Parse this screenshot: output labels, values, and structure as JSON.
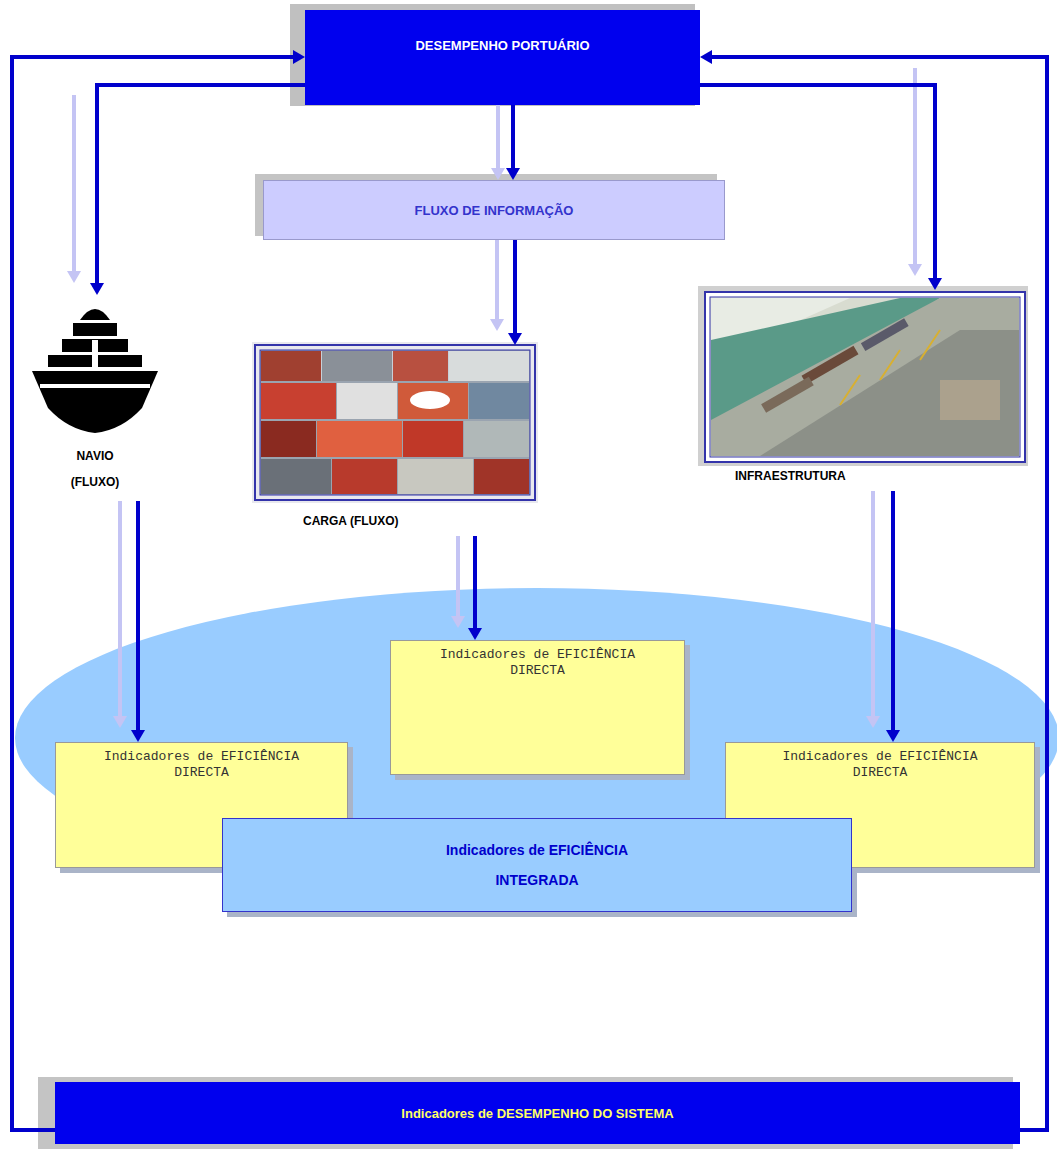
{
  "diagram": {
    "nodes": [
      {
        "text": [
          "DESEMPENHO PORTUÁRIO"
        ]
      },
      {
        "text": [
          "FLUXO DE INFORMAÇÃO"
        ]
      },
      {
        "text": [
          "NAVIO (FLUXO)"
        ]
      },
      {
        "text": [
          "CARGA (FLUXO)"
        ]
      },
      {
        "text": [
          "INFRAESTRUTURA"
        ]
      },
      {
        "text": [
          "Indicadores de EFICIÊNCIA DIRECTA"
        ]
      },
      {
        "text": [
          "Indicadores de EFICIÊNCIA DIRECTA"
        ]
      },
      {
        "text": [
          "Indicadores de EFICIÊNCIA DIRECTA"
        ]
      },
      {
        "text": [
          "Indicadores de EFICIÊNCIA INTEGRADA"
        ]
      },
      {
        "text": [
          "Indicadores de DESEMPENHO DO SISTEMA"
        ]
      }
    ],
    "edges": [
      {
        "from": 0,
        "to": 2,
        "arrow": "to"
      },
      {
        "from": 0,
        "to": 1,
        "arrow": "to"
      },
      {
        "from": 1,
        "to": 3,
        "arrow": "to"
      },
      {
        "from": 0,
        "to": 4,
        "arrow": "to"
      },
      {
        "from": 2,
        "to": 6,
        "arrow": "to"
      },
      {
        "from": 3,
        "to": 5,
        "arrow": "to"
      },
      {
        "from": 4,
        "to": 7,
        "arrow": "to"
      },
      {
        "from": 9,
        "to": 0,
        "arrow": "to"
      },
      {
        "from": 9,
        "to": 0,
        "arrow": "to"
      }
    ]
  }
}
